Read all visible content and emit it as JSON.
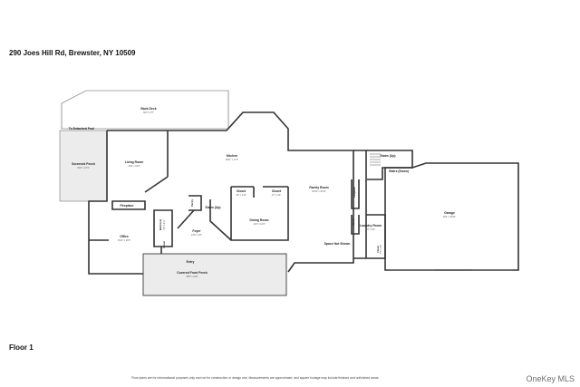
{
  "address": "290 Joes Hill Rd, Brewster, NY 10509",
  "floor_label": "Floor 1",
  "disclaimer": "Floor plans are for informational purposes only and not for construction or design use. Measurements are approximate, and square footage may include finished and unfinished areas.",
  "watermark": "OneKey MLS",
  "rooms": {
    "back_deck": {
      "name": "Back Deck",
      "dims": "60'3\" x 9'7\""
    },
    "to_detached_pool": {
      "name": "To Detached Pool"
    },
    "screened_porch": {
      "name": "Screened Porch",
      "dims": "9'10\" x 17'4\""
    },
    "living_room": {
      "name": "Living Room",
      "dims": "16'0\" x 16'4\""
    },
    "kitchen": {
      "name": "Kitchen",
      "dims": "25'11\" x 17'3\""
    },
    "family_room": {
      "name": "Family Room",
      "dims": "18'10\" x 30'11\""
    },
    "stairs_up_1": {
      "name": "Stairs (Up)"
    },
    "stairs_down": {
      "name": "Stairs (Down)"
    },
    "garage": {
      "name": "Garage",
      "dims": "28'4\" x 28'11\""
    },
    "fireplace": {
      "name": "Fireplace"
    },
    "closet_1": {
      "name": "Closet",
      "dims": "4'9\" x 1'11\""
    },
    "closet_2": {
      "name": "Closet",
      "dims": "4'7\" x 2'4\""
    },
    "pantry": {
      "name": "Pantry"
    },
    "stairs_up_2": {
      "name": "Stairs (Up)"
    },
    "dining_room": {
      "name": "Dining Room",
      "dims": "14'4\" x 12'3\""
    },
    "bathroom": {
      "name": "Bathroom",
      "dims": "4'9\" x 6'11\""
    },
    "office": {
      "name": "Office",
      "dims": "16'11\" x 16'5\""
    },
    "closet_3": {
      "name": "Closet"
    },
    "foyer": {
      "name": "Foyer",
      "dims": "13'0\" x 9'4\""
    },
    "laundry_room": {
      "name": "Laundry Room",
      "dims": "8'8\" x 8'4\""
    },
    "closet_4": {
      "name": "Closet"
    },
    "closet_5": {
      "name": "Closet",
      "dims": "4'5\" x 2'9\""
    },
    "fireplace_2": {
      "name": "Fireplace"
    },
    "space_not_shown": {
      "name": "Space Not Shown"
    },
    "entry": {
      "name": "Entry"
    },
    "covered_front_porch": {
      "name": "Covered Front Porch",
      "dims": "36'8\" x 10'8\""
    }
  }
}
